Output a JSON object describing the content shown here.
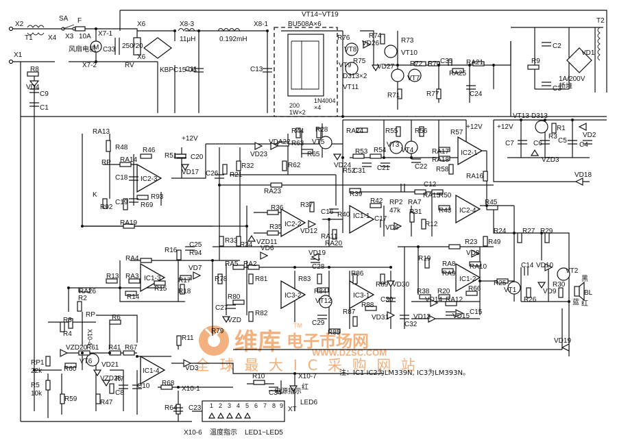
{
  "labels": {
    "x2": "X2",
    "x1": "X1",
    "t1": "T1",
    "x4": "X4",
    "sa": "SA",
    "f": "F",
    "x3": "X3",
    "fuse_rating": "10A",
    "motor": "风扇电机",
    "x7_2": "X7-2",
    "x7_1": "X7-1",
    "x6a": "X6",
    "x6b": "X6",
    "c33": "C33",
    "rv": "RV",
    "rv_rating": "250/20",
    "bridge": "KBPC15-06",
    "x8_3": "X8-3",
    "x8_1": "X8-1",
    "l1": "11μH",
    "l2": "0.192mH",
    "c11": "C11",
    "c13": "C13",
    "vt14_19": "VT14~VT19",
    "bu508": "BU508A×6",
    "diodes_1w": "200\n1W×2",
    "diodes_1n": "1N4004\n×4",
    "t2": "T2",
    "r76": "R76",
    "r74": "R74",
    "vt8": "VT8",
    "vd26": "VD26",
    "r75": "R75",
    "vt9": "VT9",
    "vd27": "VD27",
    "d313x2": "D313×2",
    "vt11": "VT11",
    "r73": "R73",
    "vt10": "VT10",
    "r71": "R71",
    "r72": "R72",
    "vt7": "VT7",
    "r70": "R70",
    "c35": "C35",
    "r25a": "RA25",
    "r21a": "RA21",
    "r77": "R77",
    "c24": "C24",
    "c2": "C2",
    "vd1": "VD1",
    "r9": "R9",
    "c3": "C3",
    "vd1_rating": "1A/200V\n桥堆",
    "vt13": "VT13",
    "d313": "D313",
    "r1": "R1",
    "vd2": "VD2",
    "plus12v_a": "+12V",
    "c7": "C7",
    "c6": "C6",
    "c5": "C5",
    "c4": "C4",
    "r3": "R3",
    "vzd3": "VZD3",
    "r8": "R8",
    "vd4": "VD4",
    "c9": "C9",
    "c1": "C1",
    "ra13": "RA13",
    "r48": "R48",
    "rp": "RP",
    "ra14": "RA14",
    "r46": "R46",
    "r51": "R51",
    "plus12v_b": "+12V",
    "c20": "C20",
    "c18": "C18",
    "ic2_3": "IC2-3",
    "vd17": "VD17",
    "k": "K",
    "c19": "C19",
    "r92": "R92",
    "r69": "R69",
    "r93": "R93",
    "r44": "R44",
    "r28": "R28",
    "vda22": "VDA22",
    "r63": "R63",
    "vt5": "VT5",
    "vd23": "VD23",
    "r62": "R62",
    "r65": "R65",
    "vd24": "VD24",
    "ra24": "RA24",
    "r55": "R55",
    "r56": "R56",
    "r57": "R57",
    "plus12v_c": "+12V",
    "r53": "R53",
    "r54": "R54",
    "vt3": "VT3",
    "vt4": "VT4",
    "ra17": "RA17",
    "ra18": "RA18",
    "ic2_1": "IC2-1",
    "r52": "R52",
    "c31": "C31",
    "c21": "C21",
    "c22": "C22",
    "r58": "R58",
    "ra16": "RA16",
    "vd18": "VD18",
    "c26": "C26",
    "r32": "R32",
    "r21": "R21",
    "ra23": "RA23",
    "r39": "R39",
    "c12": "C12",
    "ra15": "RA15",
    "r50": "R50",
    "r36": "R36",
    "r37": "R37",
    "r35": "R35",
    "ic2_2": "IC2-2",
    "c16": "C16",
    "r40": "R40",
    "ic1_1": "IC1-1",
    "r42": "R42",
    "rp2": "RP2",
    "rp2_val": "47k",
    "ra7": "RA7",
    "r43": "R43",
    "ic2_4": "IC2-4",
    "r45": "R45",
    "r31": "R31",
    "c17": "C17",
    "vd6a": "VD6",
    "r12": "R12",
    "ra19": "RA19",
    "r33": "R33",
    "r34": "R34",
    "vzd11": "VZD11",
    "vd12": "VD12",
    "ra11": "RA11",
    "ra20": "RA20",
    "vd19": "VD19",
    "r16": "R16",
    "c25": "C25",
    "r94": "R94",
    "vd7": "VD7",
    "ra4": "RA4",
    "ra3": "RA3",
    "ic1_3": "IC1-3",
    "r13": "R13",
    "r15": "R15",
    "r17": "R17",
    "r14": "R14",
    "r18": "R18",
    "ra26": "RA26",
    "ra5": "RA5",
    "ra2": "RA2",
    "vd6b": "VD6",
    "c28": "C28",
    "r78": "R78",
    "r81": "R81",
    "r83": "R83",
    "r84": "R84",
    "ic3_2": "IC3-2",
    "vt12": "VT12",
    "r86": "R86",
    "ic3_1": "IC3-1",
    "r89": "R89",
    "vd30": "VD30",
    "c30": "C30",
    "r88": "R88",
    "vd31": "VD31",
    "r87": "R87",
    "c29": "C29",
    "r85": "R85",
    "c32": "C32",
    "c27": "C27",
    "r80": "R80",
    "vzd": "VZD",
    "r82": "R82",
    "r79": "R79",
    "r2": "R2",
    "r3b": "R3",
    "rp_b": "RP",
    "r4": "R4",
    "r6": "R6",
    "x10_4": "X10-4",
    "r19": "R19",
    "ra8": "RA8",
    "vd8": "VD8",
    "r23": "R23",
    "r49": "R49",
    "ra9": "RA9",
    "ra10": "RA10",
    "ic1_2": "IC1-2",
    "r66": "R66",
    "r38": "R38",
    "r20": "R20",
    "vd14": "VD14",
    "ra12": "RA12",
    "c15": "C15",
    "vd13": "VD13",
    "vd15": "VD15",
    "r24": "R24",
    "r27": "R27",
    "r29": "R29",
    "c14": "C14",
    "vd10": "VD10",
    "vt2": "VT2",
    "r25": "R25",
    "vt1": "VT1",
    "r26": "R26",
    "vd9": "VD9",
    "r30": "R30",
    "bl": "BL",
    "black": "黑",
    "blue": "蓝",
    "red_a": "红",
    "vd19b": "VD19",
    "r11": "R11",
    "rp1": "RP1",
    "rp1_val": "22k",
    "r5": "R5",
    "r5_val": "10k",
    "vzd20": "VZD20",
    "r61": "R61",
    "r41": "R41",
    "r67": "R67",
    "vt6": "VT6",
    "vd21": "VD21",
    "r60": "R60",
    "ic1_4": "IC1-4",
    "vd3": "VD3",
    "vzd25": "VZD25",
    "r7": "R7",
    "c8": "C8",
    "c10": "C10",
    "r59": "R59",
    "r47": "R47",
    "r10": "R10",
    "c34": "C34",
    "x10_7": "X10-7",
    "red_b": "红",
    "power_ind": "电源指示",
    "led6": "LED6",
    "r68": "R68",
    "x10_1": "X10-1",
    "r64": "R64",
    "c23": "C23",
    "xt": "XT",
    "x10_6": "X10-6",
    "temp_ind": "温度指示",
    "led_range": "LED1~LED5",
    "pins": [
      "1",
      "2",
      "3",
      "4",
      "5",
      "6",
      "7",
      "8",
      "9"
    ]
  },
  "note": "注：IC1 IC2为LM339N, IC3为LM393N。",
  "watermark": {
    "brand": "维库",
    "tagline": "电子市场网",
    "trademark": "TM",
    "url": "WWW.DZSC.COM",
    "slogan": "全 球 最 大 I C 采 购 网 站"
  }
}
